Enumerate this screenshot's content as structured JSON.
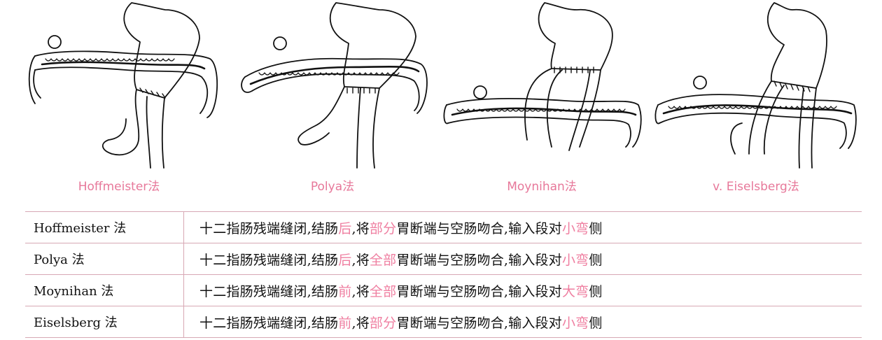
{
  "colors": {
    "caption": "#e7789a",
    "highlight": "#ef7fa1",
    "rule": "#d7a8b4",
    "ink": "#111111"
  },
  "figure": {
    "panels": [
      {
        "caption": "Hoffmeister法"
      },
      {
        "caption": "Polya法"
      },
      {
        "caption": "Moynihan法"
      },
      {
        "caption": "v. Eiselsberg法"
      }
    ]
  },
  "table": {
    "rows": [
      {
        "name": "Hoffmeister 法",
        "desc": {
          "p1": "十二指肠残端缝闭,结肠",
          "k1": "后",
          "p2": ",将",
          "k2": "部分",
          "p3": "胃断端与空肠吻合,输入段对",
          "k3": "小弯",
          "p4": "侧"
        }
      },
      {
        "name": "Polya 法",
        "desc": {
          "p1": "十二指肠残端缝闭,结肠",
          "k1": "后",
          "p2": ",将",
          "k2": "全部",
          "p3": "胃断端与空肠吻合,输入段对",
          "k3": "小弯",
          "p4": "侧"
        }
      },
      {
        "name": "Moynihan 法",
        "desc": {
          "p1": "十二指肠残端缝闭,结肠",
          "k1": "前",
          "p2": ",将",
          "k2": "全部",
          "p3": "胃断端与空肠吻合,输入段对",
          "k3": "大弯",
          "p4": "侧"
        }
      },
      {
        "name": "Eiselsberg 法",
        "desc": {
          "p1": "十二指肠残端缝闭,结肠",
          "k1": "前",
          "p2": ",将",
          "k2": "部分",
          "p3": "胃断端与空肠吻合,输入段对",
          "k3": "小弯",
          "p4": "侧"
        }
      }
    ]
  }
}
